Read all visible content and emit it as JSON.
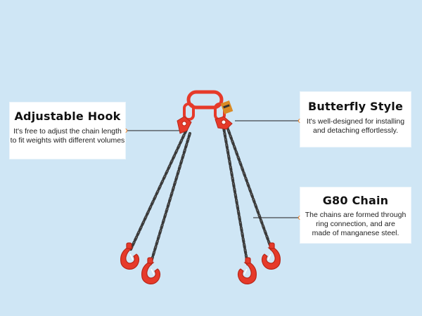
{
  "colors": {
    "background": "#cfe6f5",
    "accent": "#e63a2a",
    "chain": "#3a3a3a",
    "leader": "#1f1f1f"
  },
  "callouts": {
    "left": {
      "title": "Adjustable Hook",
      "lines": [
        "It's free to adjust the chain length",
        "to fit weights with different volumes"
      ]
    },
    "top_right": {
      "title": "Butterfly Style",
      "lines": [
        "It's well-designed for installing",
        "and detaching effortlessly."
      ]
    },
    "bottom_right": {
      "title": "G80 Chain",
      "lines": [
        "The chains are formed through",
        "ring connection, and are",
        "made of manganese steel."
      ]
    }
  },
  "product": {
    "name": "4-leg chain sling",
    "icons": [
      "master-link-icon",
      "chain-leg-icon",
      "grab-hook-icon"
    ]
  }
}
